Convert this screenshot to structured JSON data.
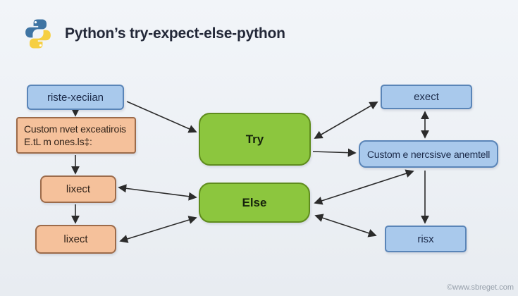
{
  "title": {
    "text": "Python’s try-expect-else-python"
  },
  "logo": {
    "name": "python-logo",
    "blue": "#3f74a3",
    "yellow": "#f6cf41"
  },
  "colors": {
    "background": "#e9edf2",
    "node_blue": "#a9c9ec",
    "node_blue_border": "#5a85b8",
    "node_orange": "#f5c19b",
    "node_orange_border": "#9c6b4a",
    "node_green": "#8cc63e",
    "node_green_border": "#5f8c1d",
    "arrow": "#2b2b2b"
  },
  "diagram": {
    "nodes": {
      "raise_exception": {
        "label": "riste-xeciian"
      },
      "custom_exceptions": {
        "line1": "Custom nvet exceatirois",
        "line2": "E.tL m ones.ls‡:"
      },
      "except_upper": {
        "label": "lixect"
      },
      "except_lower": {
        "label": "lixect"
      },
      "try_block": {
        "label": "Try"
      },
      "else_block": {
        "label": "Else"
      },
      "except_right": {
        "label": "exect"
      },
      "custom_recursive": {
        "label": "Custom e nercsisve anemtell"
      },
      "raise_right": {
        "label": "risx"
      }
    }
  },
  "watermark": {
    "text": "©www.sbreget.com"
  }
}
